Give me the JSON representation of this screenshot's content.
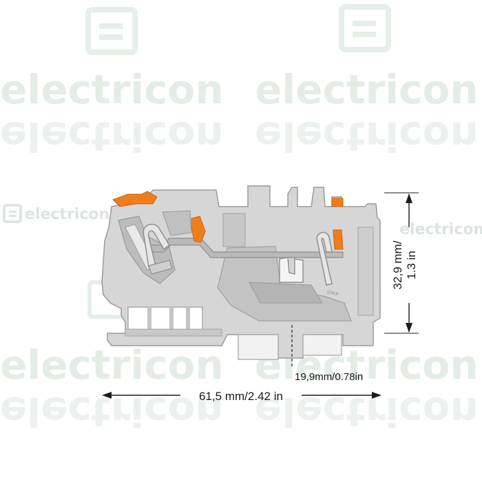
{
  "watermark": {
    "brand": "electricon"
  },
  "dimensions": {
    "width_label": "61,5 mm/2.42 in",
    "height_label_line1": "32,9 mm/",
    "height_label_line2": "1.3 in",
    "rail_label": "19,9mm/0.78in"
  },
  "product": {
    "body_text": "1PAX"
  },
  "colors": {
    "body": "#d6d6d6",
    "body_shade": "#b9b9b9",
    "outline": "#9a9a9a",
    "actuator": "#f07d1c",
    "spring": "#8e8e8e"
  }
}
